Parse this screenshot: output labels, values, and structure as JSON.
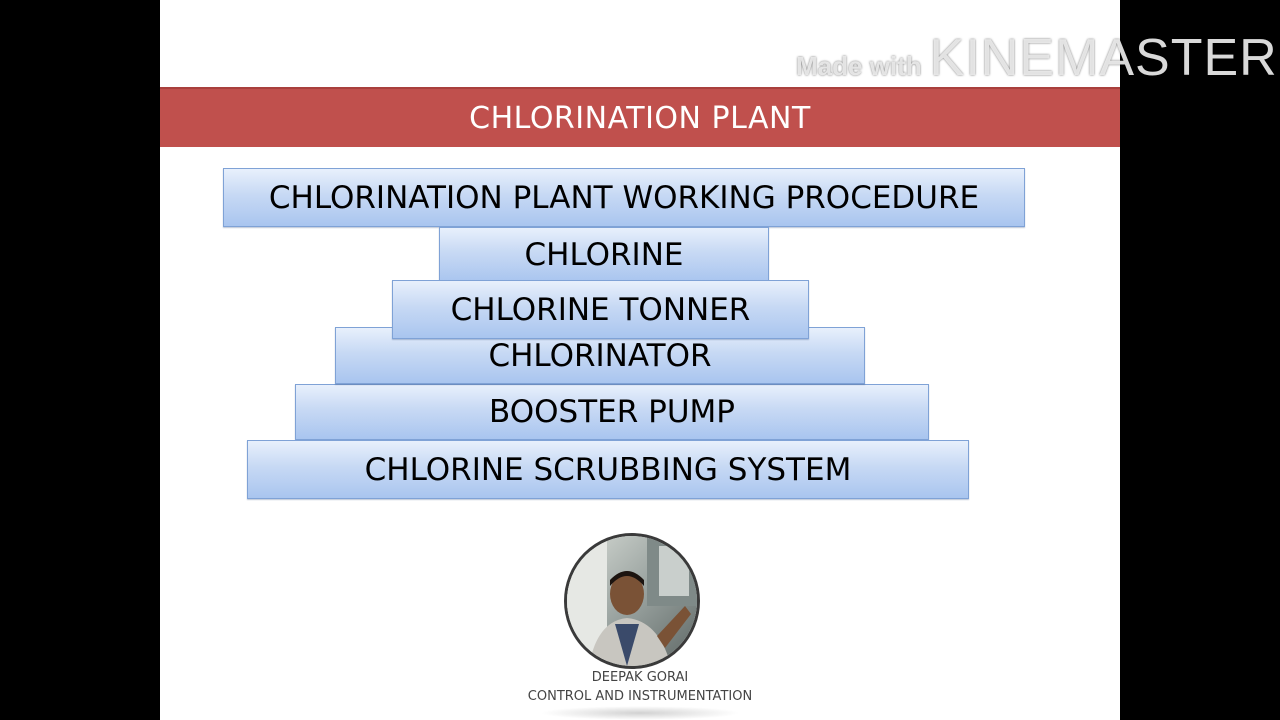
{
  "header": {
    "title": "CHLORINATION PLANT"
  },
  "items": [
    "CHLORINATION PLANT WORKING PROCEDURE",
    "CHLORINE",
    "CHLORINE TONNER",
    "CHLORINATOR",
    "BOOSTER PUMP",
    "CHLORINE SCRUBBING SYSTEM"
  ],
  "presenter": {
    "name": "DEEPAK GORAI",
    "role": "CONTROL AND INSTRUMENTATION"
  },
  "watermark": {
    "prefix": "Made with",
    "brand": "KINEMASTER"
  },
  "colors": {
    "header_bar": "#c0504d",
    "box_fill": "#c7d9f4",
    "background": "#000000"
  }
}
